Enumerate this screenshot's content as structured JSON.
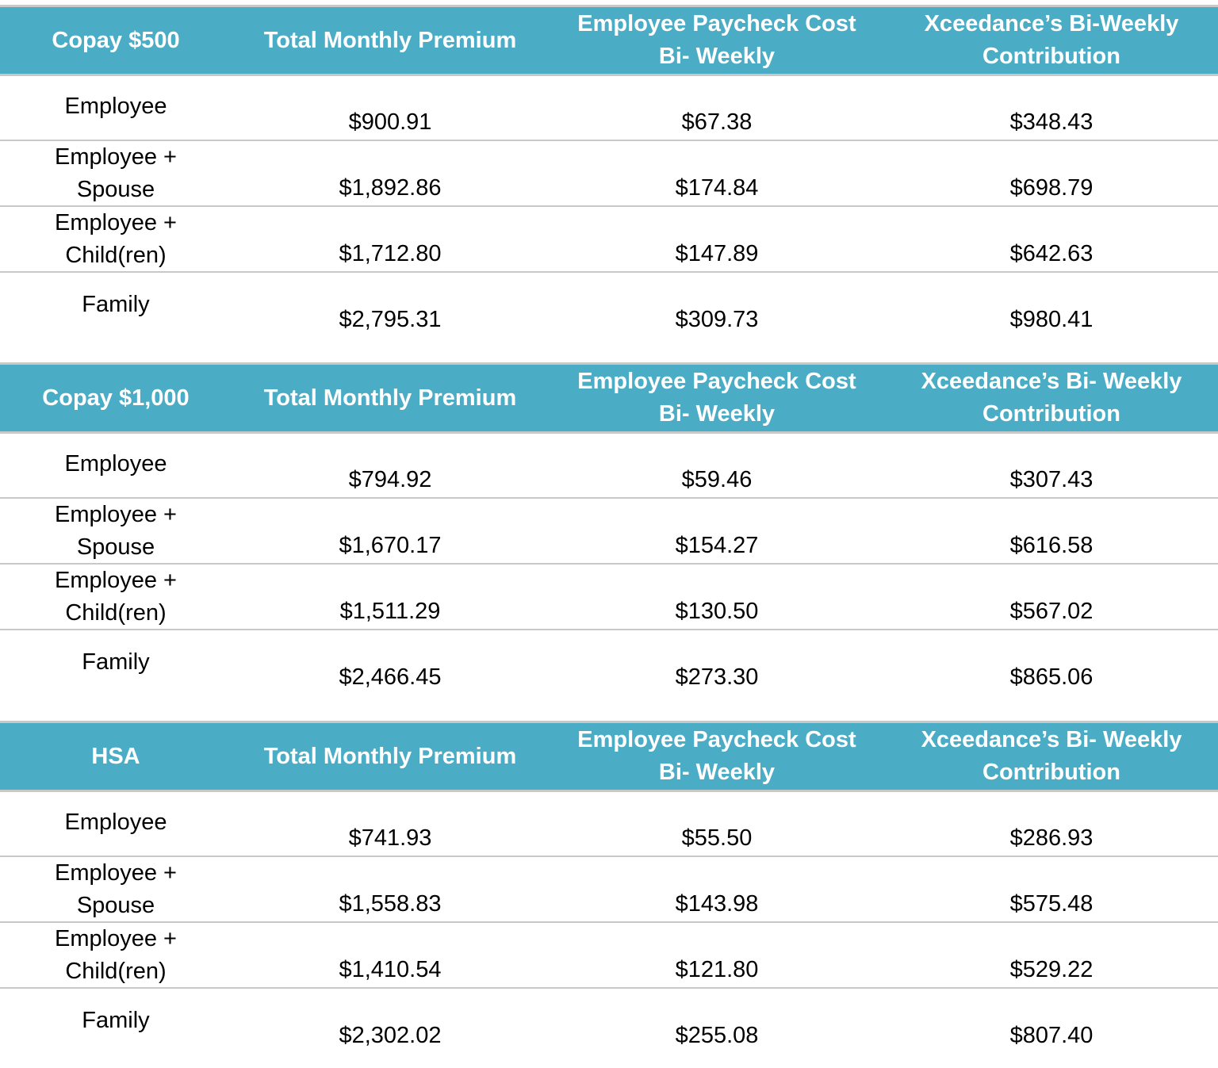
{
  "tables": [
    {
      "header": {
        "plan": "Copay $500",
        "premium": "Total Monthly Premium",
        "paycheck": "Employee Paycheck Cost\nBi- Weekly",
        "contribution": "Xceedance’s Bi-Weekly\nContribution"
      },
      "rows": [
        {
          "tier": "Employee",
          "premium": "$900.91",
          "paycheck": "$67.38",
          "contribution": "$348.43"
        },
        {
          "tier": "Employee +\nSpouse",
          "premium": "$1,892.86",
          "paycheck": "$174.84",
          "contribution": "$698.79"
        },
        {
          "tier": "Employee +\nChild(ren)",
          "premium": "$1,712.80",
          "paycheck": "$147.89",
          "contribution": "$642.63"
        },
        {
          "tier": "Family",
          "premium": "$2,795.31",
          "paycheck": "$309.73",
          "contribution": "$980.41"
        }
      ]
    },
    {
      "header": {
        "plan": "Copay $1,000",
        "premium": "Total Monthly Premium",
        "paycheck": "Employee Paycheck Cost\nBi- Weekly",
        "contribution": "Xceedance’s Bi- Weekly\nContribution"
      },
      "rows": [
        {
          "tier": "Employee",
          "premium": "$794.92",
          "paycheck": "$59.46",
          "contribution": "$307.43"
        },
        {
          "tier": "Employee +\nSpouse",
          "premium": "$1,670.17",
          "paycheck": "$154.27",
          "contribution": "$616.58"
        },
        {
          "tier": "Employee +\nChild(ren)",
          "premium": "$1,511.29",
          "paycheck": "$130.50",
          "contribution": "$567.02"
        },
        {
          "tier": "Family",
          "premium": "$2,466.45",
          "paycheck": "$273.30",
          "contribution": "$865.06"
        }
      ]
    },
    {
      "header": {
        "plan": "HSA",
        "premium": "Total Monthly Premium",
        "paycheck": "Employee Paycheck Cost\nBi- Weekly",
        "contribution": "Xceedance’s Bi- Weekly\nContribution"
      },
      "rows": [
        {
          "tier": "Employee",
          "premium": "$741.93",
          "paycheck": "$55.50",
          "contribution": "$286.93"
        },
        {
          "tier": "Employee +\nSpouse",
          "premium": "$1,558.83",
          "paycheck": "$143.98",
          "contribution": "$575.48"
        },
        {
          "tier": "Employee +\nChild(ren)",
          "premium": "$1,410.54",
          "paycheck": "$121.80",
          "contribution": "$529.22"
        },
        {
          "tier": "Family",
          "premium": "$2,302.02",
          "paycheck": "$255.08",
          "contribution": "$807.40"
        }
      ]
    }
  ],
  "colors": {
    "header_bg": "#4bacc6",
    "header_text": "#ffffff",
    "divider": "#c8c8c8"
  }
}
